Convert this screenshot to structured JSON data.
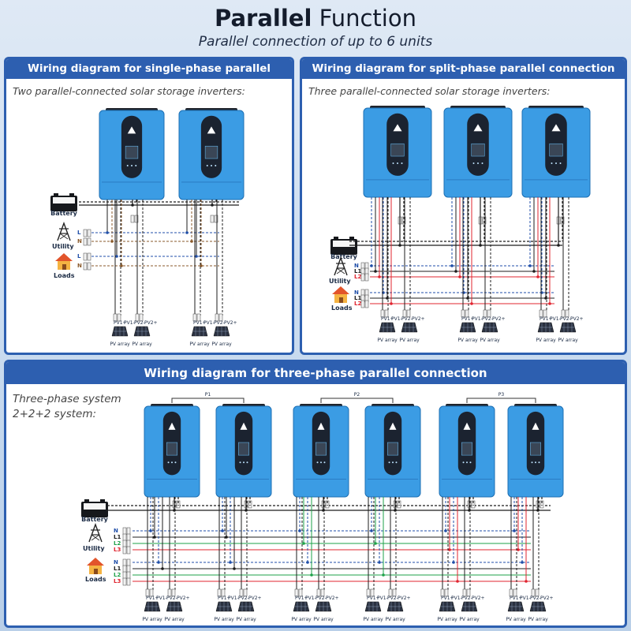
{
  "header": {
    "title_bold": "Parallel",
    "title_rest": "Function",
    "subtitle": "Parallel connection of up to 6 units"
  },
  "single": {
    "title": "Wiring diagram for single-phase parallel connection",
    "note": "Two parallel-connected solar storage inverters:",
    "battery": "Battery",
    "utility": "Utility",
    "loads": "Loads",
    "line_labels": [
      "L",
      "N",
      "L",
      "N"
    ],
    "pv_pos": "PV1+",
    "pv_neg": "PV1-",
    "pv2_neg": "PV2-",
    "pv2_pos": "PV2+",
    "pv_array": "PV array"
  },
  "split": {
    "title": "Wiring diagram for split-phase parallel connection",
    "note": "Three parallel-connected solar storage inverters:",
    "battery": "Battery",
    "utility": "Utility",
    "loads": "Loads",
    "line_labels": [
      "N",
      "L1",
      "L2",
      "N",
      "L1",
      "L2"
    ],
    "pv_pos": "PV1+",
    "pv_neg": "PV1-",
    "pv2_neg": "PV2-",
    "pv2_pos": "PV2+",
    "pv_array": "PV array"
  },
  "three": {
    "title": "Wiring diagram for three-phase parallel connection",
    "note": "Three-phase system\n2+2+2 system:",
    "groups": [
      "P1",
      "P2",
      "P3"
    ],
    "battery": "Battery",
    "utility": "Utility",
    "loads": "Loads",
    "line_labels": [
      "N",
      "L1",
      "L2",
      "L3",
      "N",
      "L1",
      "L2",
      "L3"
    ],
    "pv_pos": "PV1+",
    "pv_neg": "PV1-",
    "pv2_neg": "PV2-",
    "pv2_pos": "PV2+",
    "pv_array": "PV array"
  },
  "colors": {
    "panel_border": "#2d5fb0",
    "inverter_body": "#3b9ce4",
    "inverter_dark": "#1b2330",
    "wire_black": "#1c1c1c",
    "wire_red": "#e0242f",
    "wire_blue": "#1f4ea8",
    "wire_green": "#1ea24a",
    "wire_brown": "#8a5a2b"
  },
  "icons": {
    "battery": "battery-icon",
    "utility": "power-tower-icon",
    "loads": "house-icon",
    "inverter": "inverter-icon",
    "solar": "solar-panel-icon"
  }
}
